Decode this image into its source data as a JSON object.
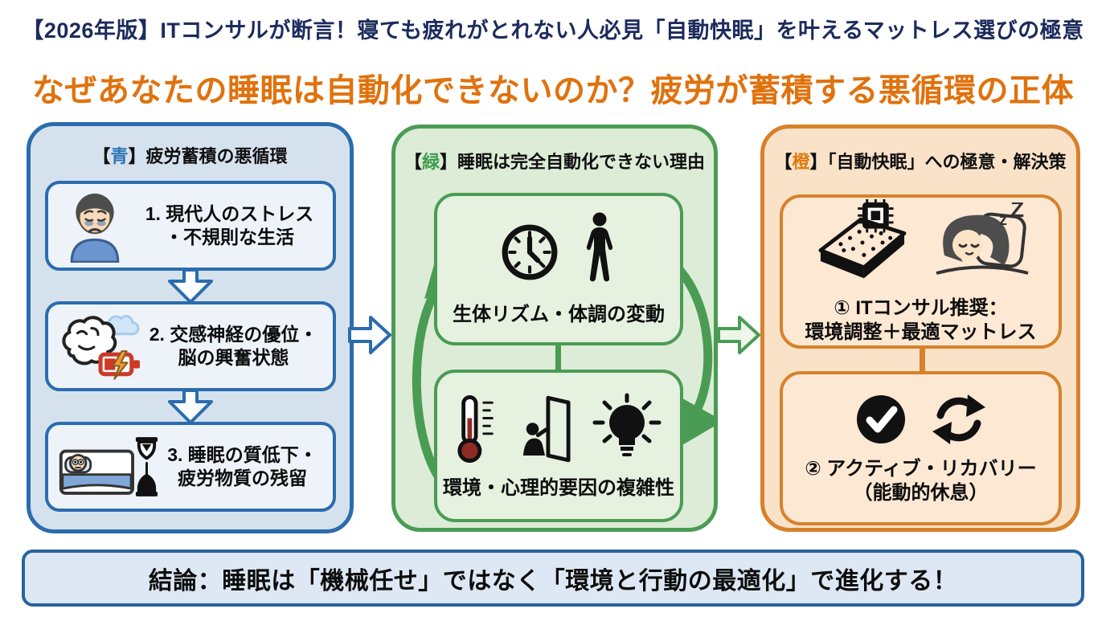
{
  "header": {
    "title": "【2026年版】ITコンサルが断言！寝ても疲れがとれない人必見「自動快眠」を叶えるマットレス選びの極意",
    "subtitle": "なぜあなたの睡眠は自動化できないのか？疲労が蓄積する悪循環の正体"
  },
  "panels": {
    "blue": {
      "tag_open": "【",
      "tag_char": "青",
      "tag_close": "】",
      "title": "疲労蓄積の悪循環",
      "steps": [
        {
          "icon": "tired-man-icon",
          "line1": "1. 現代人のストレス",
          "line2": "・不規則な生活"
        },
        {
          "icon": "brain-battery-icon",
          "line1": "2. 交感神経の優位・",
          "line2": "脳の興奮状態"
        },
        {
          "icon": "sleepless-bed-icon",
          "line1": "3. 睡眠の質低下・",
          "line2": "疲労物質の残留"
        }
      ]
    },
    "green": {
      "tag_open": "【",
      "tag_char": "緑",
      "tag_close": "】",
      "title": "睡眠は完全自動化できない理由",
      "boxes": [
        {
          "icons": [
            "clock-icon",
            "human-body-icon"
          ],
          "caption": "生体リズム・体調の変動"
        },
        {
          "icons": [
            "thermometer-icon",
            "open-door-person-icon",
            "lightbulb-icon"
          ],
          "caption": "環境・心理的要因の複雑性"
        }
      ]
    },
    "orange": {
      "tag_open": "【",
      "tag_char": "橙",
      "tag_close": "】",
      "title": "「自動快眠」への極意・解決策",
      "boxes": [
        {
          "icons": [
            "smart-mattress-icon",
            "sleeping-woman-icon"
          ],
          "line1": "① ITコンサル推奨：",
          "line2": "環境調整＋最適マットレス"
        },
        {
          "icons": [
            "check-circle-icon",
            "refresh-icon"
          ],
          "line1": "② アクティブ・リカバリー",
          "line2": "（能動的休息）"
        }
      ]
    }
  },
  "conclusion": {
    "text": "結論：睡眠は「機械任せ」ではなく「環境と行動の最適化」で進化する！"
  },
  "icons": {
    "sleep_z_small": "z",
    "sleep_z_large": "Z"
  },
  "colors": {
    "title_navy": "#1b2b5c",
    "subtitle_orange": "#e0720e",
    "blue_border": "#2b6cad",
    "blue_panel_bg": "#d5e2ee",
    "blue_box_bg": "#edf3f9",
    "green_border": "#4a9c55",
    "green_panel_bg": "#dcecd6",
    "green_box_bg": "#e6f1df",
    "orange_border": "#d8812a",
    "orange_panel_bg": "#f9e2c8",
    "orange_box_bg": "#fce8d3",
    "conclusion_border": "#27639f",
    "conclusion_bg": "#dde8f4",
    "battery_red": "#cc3a28",
    "bolt_orange": "#e89b3a"
  }
}
